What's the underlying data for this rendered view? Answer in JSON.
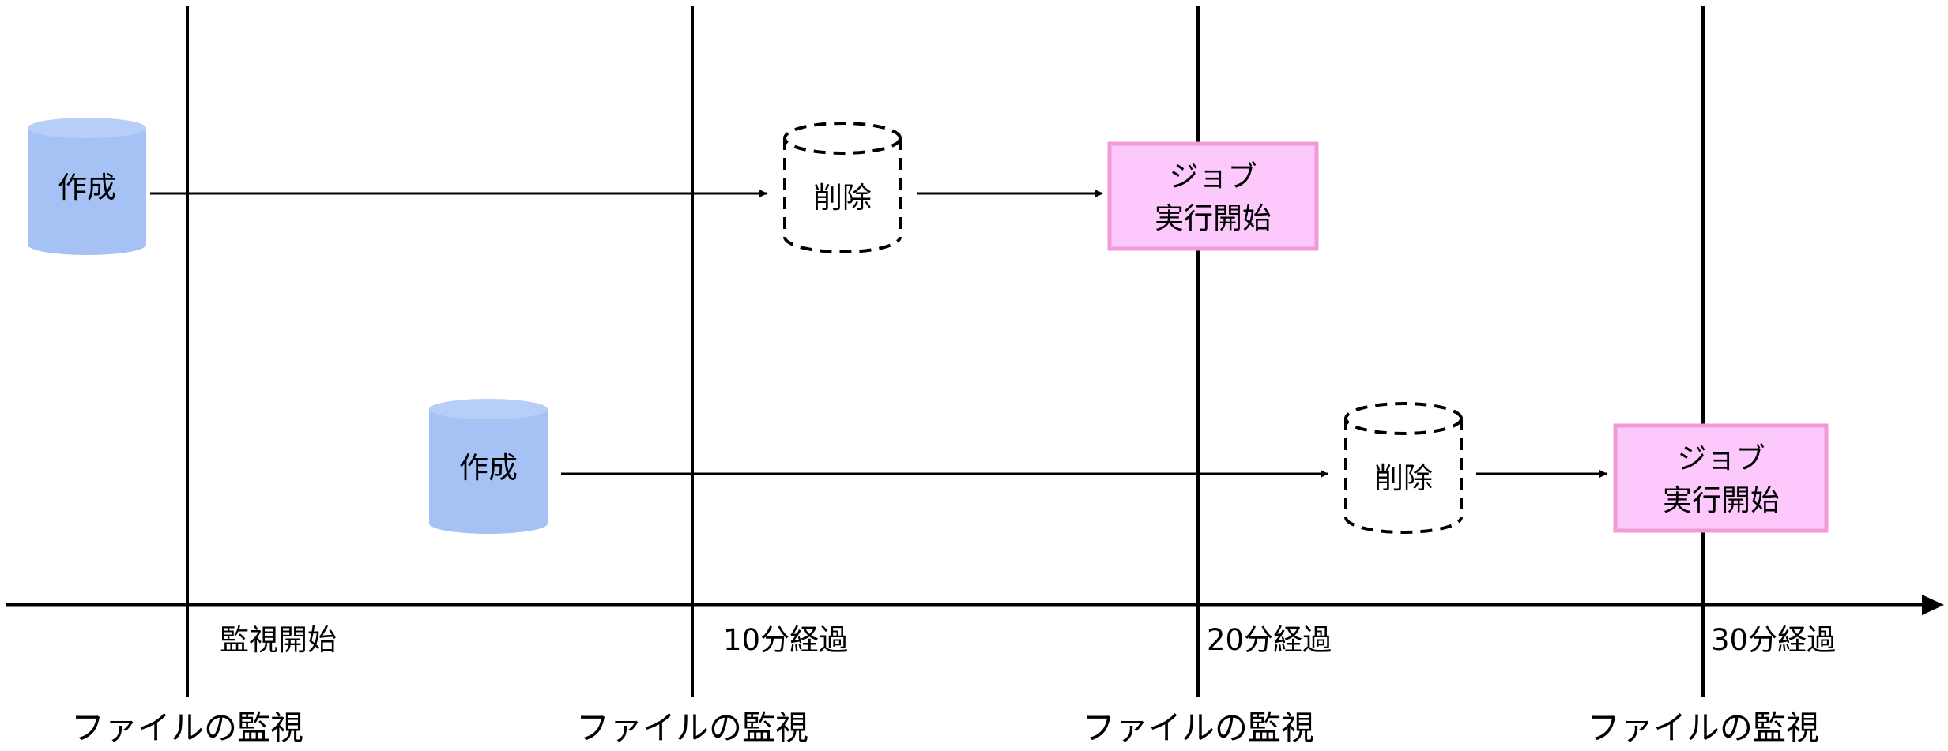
{
  "colors": {
    "line": "#000000",
    "db_fill": "#a6c2f5",
    "db_fill_dark": "#8fb0ec",
    "job_fill": "#fdc9fd",
    "job_border": "#f19ad6",
    "background": "#ffffff"
  },
  "timeline": {
    "ticks": [
      {
        "label": "監視開始",
        "watch_label": "ファイルの監視"
      },
      {
        "label": "10分経過",
        "watch_label": "ファイルの監視"
      },
      {
        "label": "20分経過",
        "watch_label": "ファイルの監視"
      },
      {
        "label": "30分経過",
        "watch_label": "ファイルの監視"
      }
    ]
  },
  "rows": [
    {
      "create_label": "作成",
      "delete_label": "削除",
      "job_label_line1": "ジョブ",
      "job_label_line2": "実行開始"
    },
    {
      "create_label": "作成",
      "delete_label": "削除",
      "job_label_line1": "ジョブ",
      "job_label_line2": "実行開始"
    }
  ]
}
